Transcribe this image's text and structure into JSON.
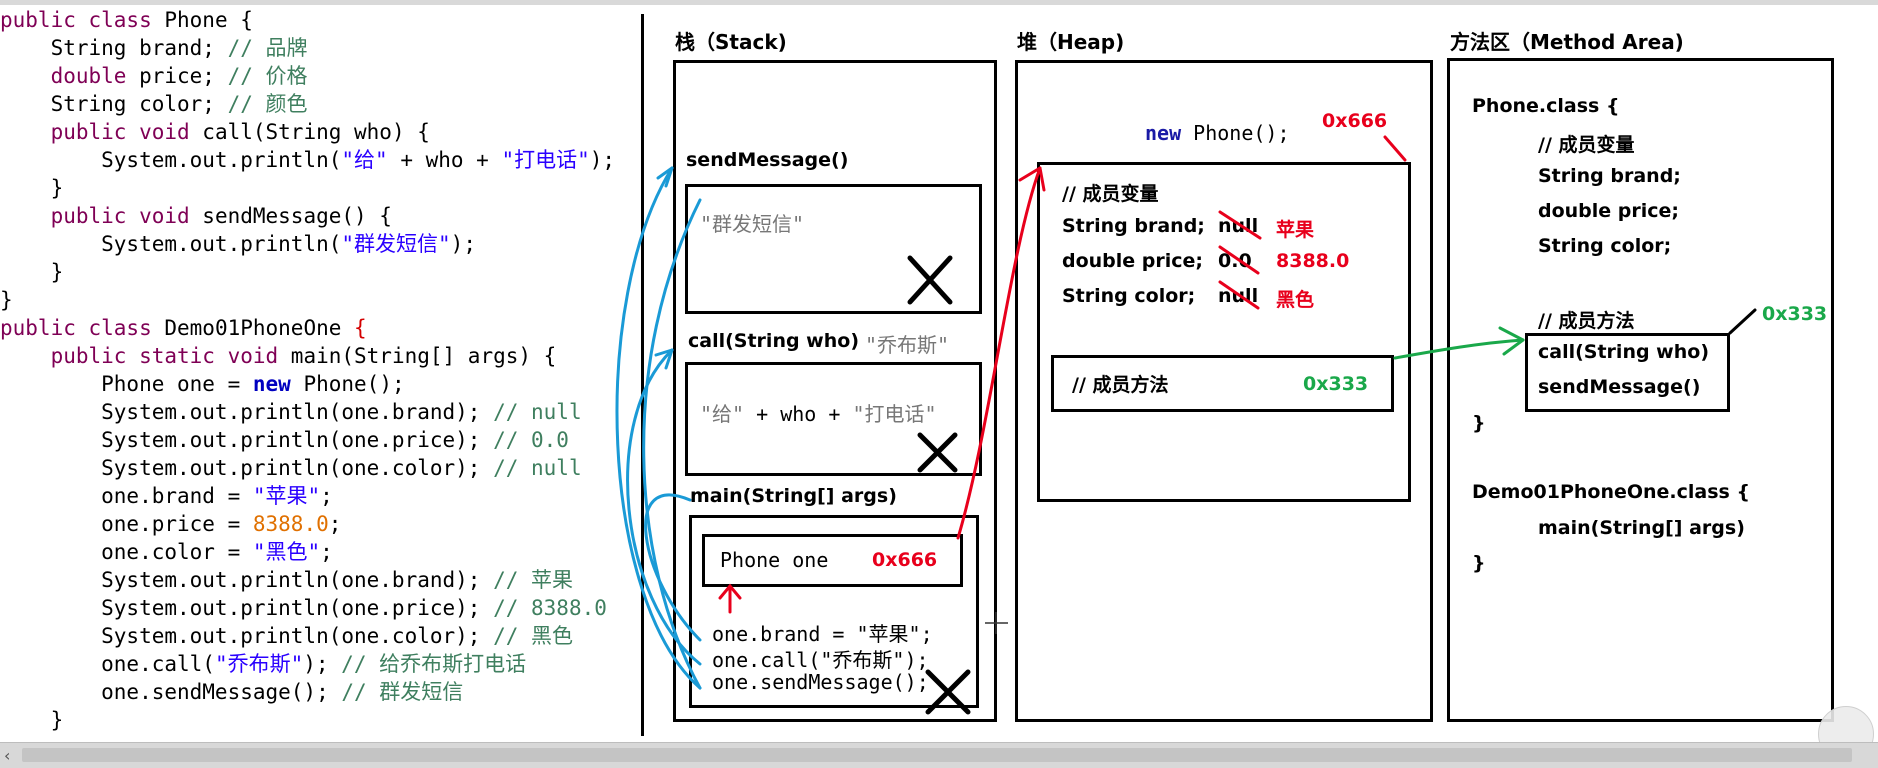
{
  "code_lines": [
    [
      [
        "kw",
        "public class "
      ],
      [
        "pl",
        "Phone "
      ],
      [
        "pl",
        "{"
      ]
    ],
    [
      [
        "pl",
        "    String brand; "
      ],
      [
        "cm",
        "// 品牌"
      ]
    ],
    [
      [
        "kw",
        "    double "
      ],
      [
        "pl",
        "price; "
      ],
      [
        "cm",
        "// 价格"
      ]
    ],
    [
      [
        "pl",
        "    String color; "
      ],
      [
        "cm",
        "// 颜色"
      ]
    ],
    [
      [
        "kw",
        "    public void "
      ],
      [
        "pl",
        "call(String who) {"
      ]
    ],
    [
      [
        "pl",
        "        System.out.println("
      ],
      [
        "st",
        "\"给\""
      ],
      [
        "pl",
        " + who + "
      ],
      [
        "st",
        "\"打电话\""
      ],
      [
        "pl",
        ");"
      ]
    ],
    [
      [
        "pl",
        "    }"
      ]
    ],
    [
      [
        "kw",
        "    public void "
      ],
      [
        "pl",
        "sendMessage() {"
      ]
    ],
    [
      [
        "pl",
        "        System.out.println("
      ],
      [
        "st",
        "\"群发短信\""
      ],
      [
        "pl",
        ");"
      ]
    ],
    [
      [
        "pl",
        "    }"
      ]
    ],
    [
      [
        "pl",
        "}"
      ]
    ],
    [
      [
        "kw",
        "public class "
      ],
      [
        "pl",
        "Demo01PhoneOne "
      ],
      [
        "rd",
        "{"
      ]
    ],
    [
      [
        "kw",
        "    public static void "
      ],
      [
        "pl",
        "main(String[] args) {"
      ]
    ],
    [
      [
        "pl",
        "        Phone one = "
      ],
      [
        "bkw",
        "new"
      ],
      [
        "pl",
        " Phone();"
      ]
    ],
    [
      [
        "pl",
        "        System.out.println(one.brand); "
      ],
      [
        "cm",
        "// null"
      ]
    ],
    [
      [
        "pl",
        "        System.out.println(one.price); "
      ],
      [
        "cm",
        "// 0.0"
      ]
    ],
    [
      [
        "pl",
        "        System.out.println(one.color); "
      ],
      [
        "cm",
        "// null"
      ]
    ],
    [
      [
        "pl",
        "        one.brand = "
      ],
      [
        "st",
        "\"苹果\""
      ],
      [
        "pl",
        ";"
      ]
    ],
    [
      [
        "pl",
        "        one.price = "
      ],
      [
        "nm",
        "8388.0"
      ],
      [
        "pl",
        ";"
      ]
    ],
    [
      [
        "pl",
        "        one.color = "
      ],
      [
        "st",
        "\"黑色\""
      ],
      [
        "pl",
        ";"
      ]
    ],
    [
      [
        "pl",
        "        System.out.println(one.brand); "
      ],
      [
        "cm",
        "// 苹果"
      ]
    ],
    [
      [
        "pl",
        "        System.out.println(one.price); "
      ],
      [
        "cm",
        "// 8388.0"
      ]
    ],
    [
      [
        "pl",
        "        System.out.println(one.color); "
      ],
      [
        "cm",
        "// 黑色"
      ]
    ],
    [
      [
        "pl",
        "        one.call("
      ],
      [
        "st",
        "\"乔布斯\""
      ],
      [
        "pl",
        "); "
      ],
      [
        "cm",
        "// 给乔布斯打电话"
      ]
    ],
    [
      [
        "pl",
        "        one.sendMessage(); "
      ],
      [
        "cm",
        "// 群发短信"
      ]
    ],
    [
      [
        "pl",
        "    }"
      ]
    ]
  ],
  "stack": {
    "title": "栈（Stack)",
    "send_label": "sendMessage()",
    "send_content": "\"群发短信\"",
    "call_label": "call(String who)",
    "call_arg": "\"乔布斯\"",
    "call_content_a": "\"给\"",
    "call_content_b": " + who + ",
    "call_content_c": "\"打电话\"",
    "main_label": "main(String[] args)",
    "phone_var": "Phone one",
    "phone_addr": "0x666",
    "stmt1": "one.brand = \"苹果\";",
    "stmt2": "one.call(\"乔布斯\");",
    "stmt3": "one.sendMessage();"
  },
  "heap": {
    "title": "堆（Heap)",
    "new_kw": "new",
    "new_rest": " Phone();",
    "addr": "0x666",
    "members_comment": "// 成员变量",
    "field_brand": "String brand;",
    "brand_old": "null",
    "brand_new": "苹果",
    "field_price": "double price;",
    "price_old": "0.0",
    "price_new": "8388.0",
    "field_color": "String color;",
    "color_old": "null",
    "color_new": "黑色",
    "methods_comment": "// 成员方法",
    "methods_addr": "0x333"
  },
  "method_area": {
    "title": "方法区（Method Area)",
    "phone_class": "Phone.class {",
    "members_comment": "// 成员变量",
    "f1": "String brand;",
    "f2": "double price;",
    "f3": "String color;",
    "methods_comment": "// 成员方法",
    "m1": "call(String who)",
    "m2": "sendMessage()",
    "close1": "}",
    "methods_addr": "0x333",
    "demo_class": "Demo01PhoneOne.class {",
    "main": "main(String[] args)",
    "close2": "}"
  },
  "colors": {
    "red": "#e8001c",
    "green": "#1aa84a",
    "blue": "#1a9ad6"
  }
}
